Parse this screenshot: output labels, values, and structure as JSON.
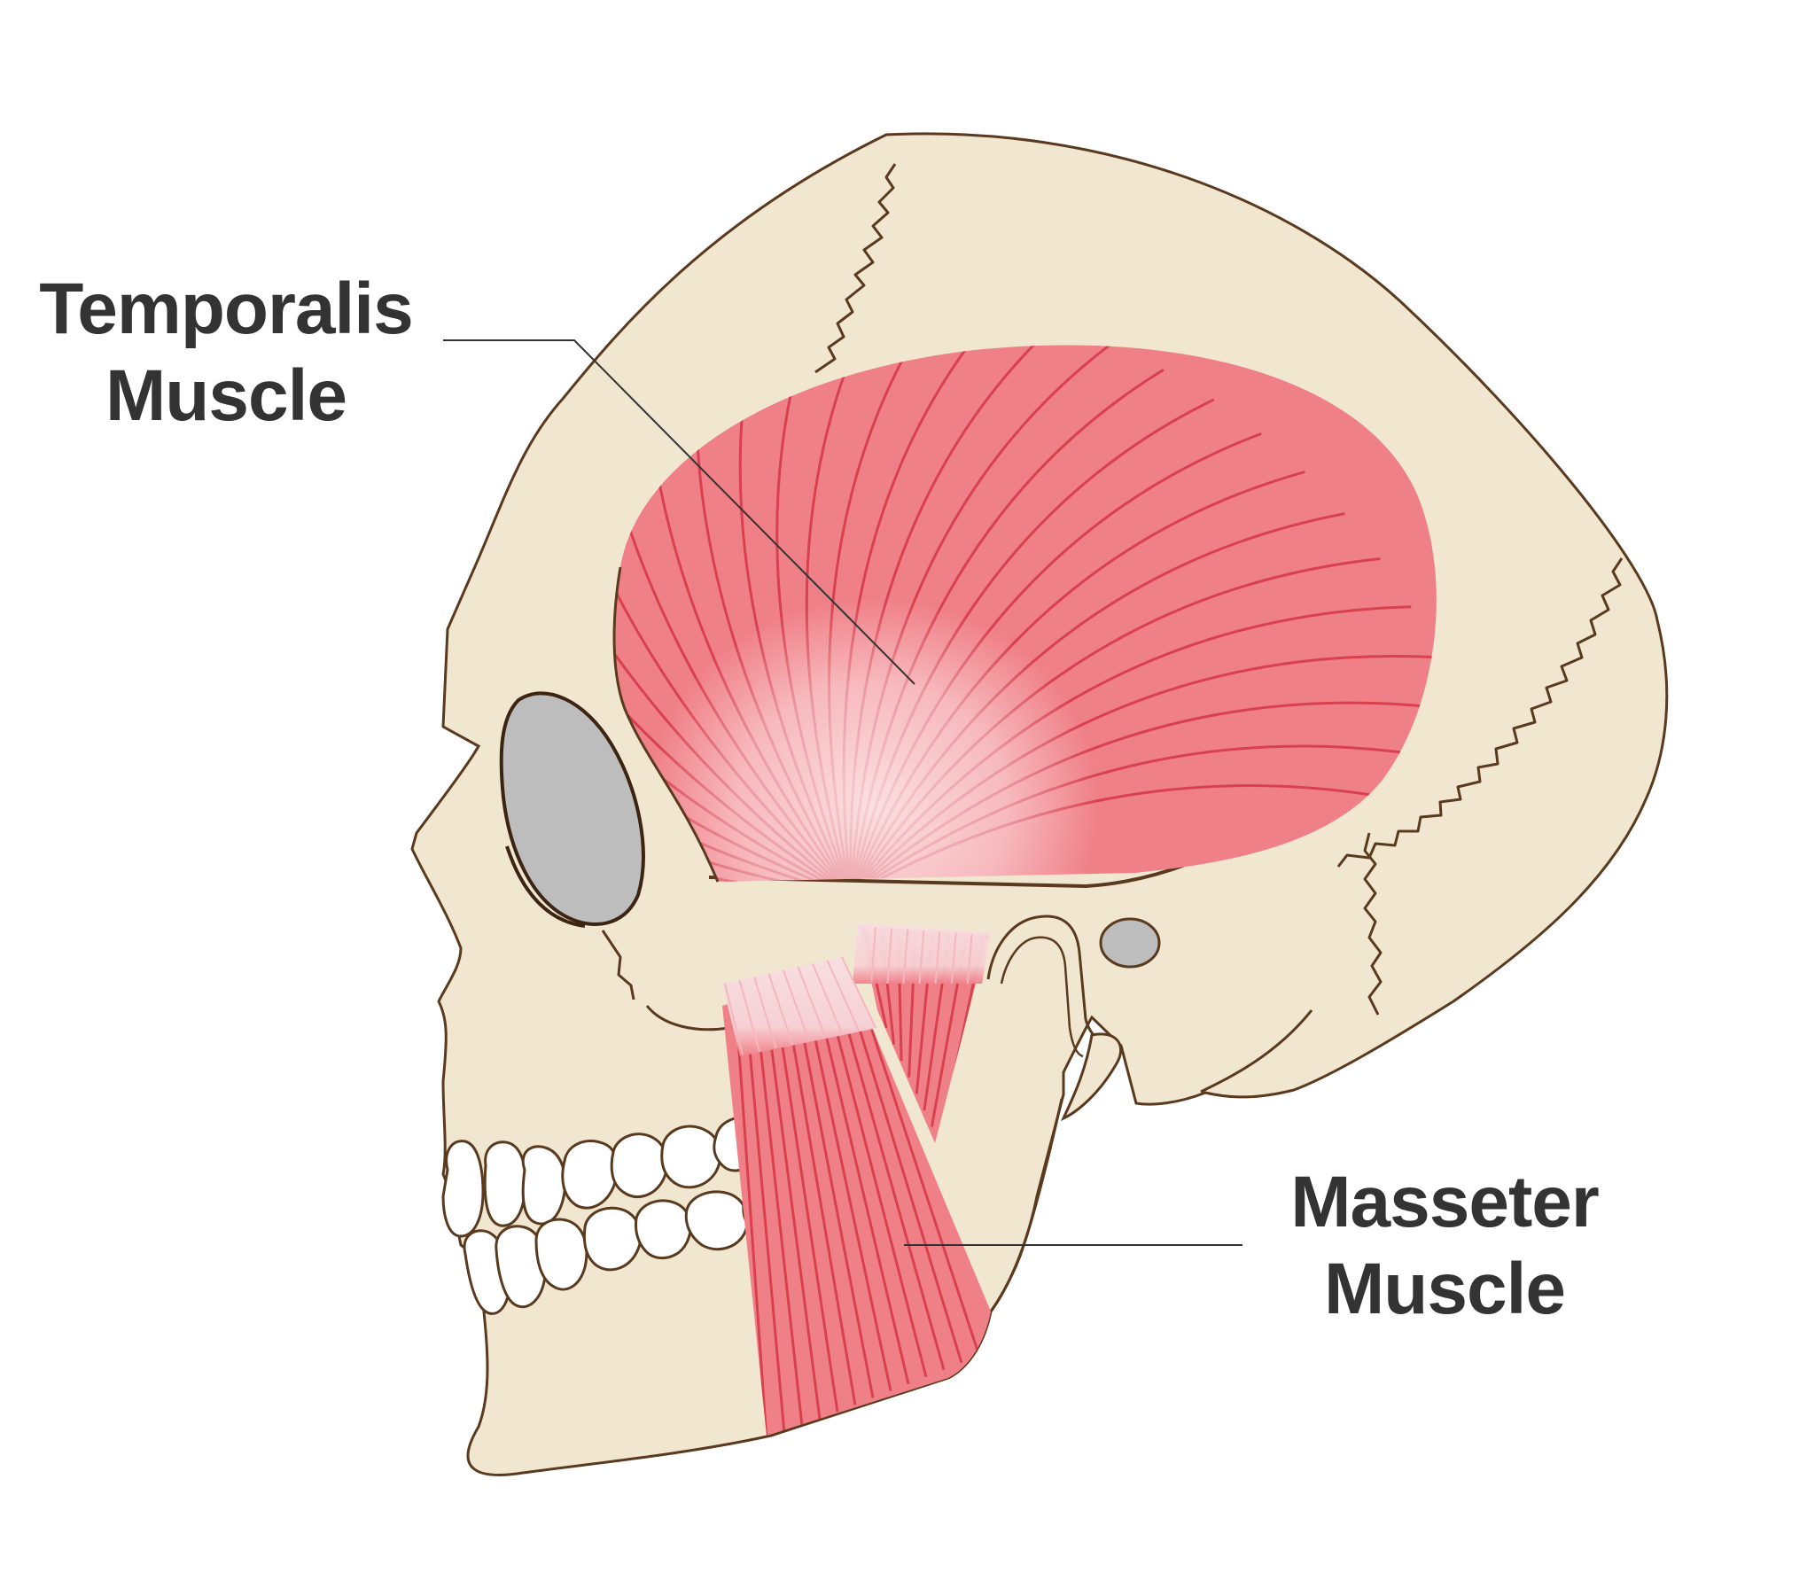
{
  "labels": {
    "temporalis": {
      "line1": "Temporalis",
      "line2": "Muscle"
    },
    "masseter": {
      "line1": "Masseter",
      "line2": "Muscle"
    }
  },
  "colors": {
    "background": "#ffffff",
    "bone": "#f1e6d0",
    "outline": "#5a3a1e",
    "muscle": "#f08088",
    "muscle_fiber": "#d9404f",
    "tendon": "#f6d6da",
    "cavity": "#bdbdbd",
    "teeth": "#ffffff",
    "leader_line": "#333333",
    "label_text": "#333333"
  },
  "icons": {
    "skull": "skull-illustration",
    "temporalis": "temporalis-muscle-illustration",
    "masseter": "masseter-muscle-illustration"
  }
}
